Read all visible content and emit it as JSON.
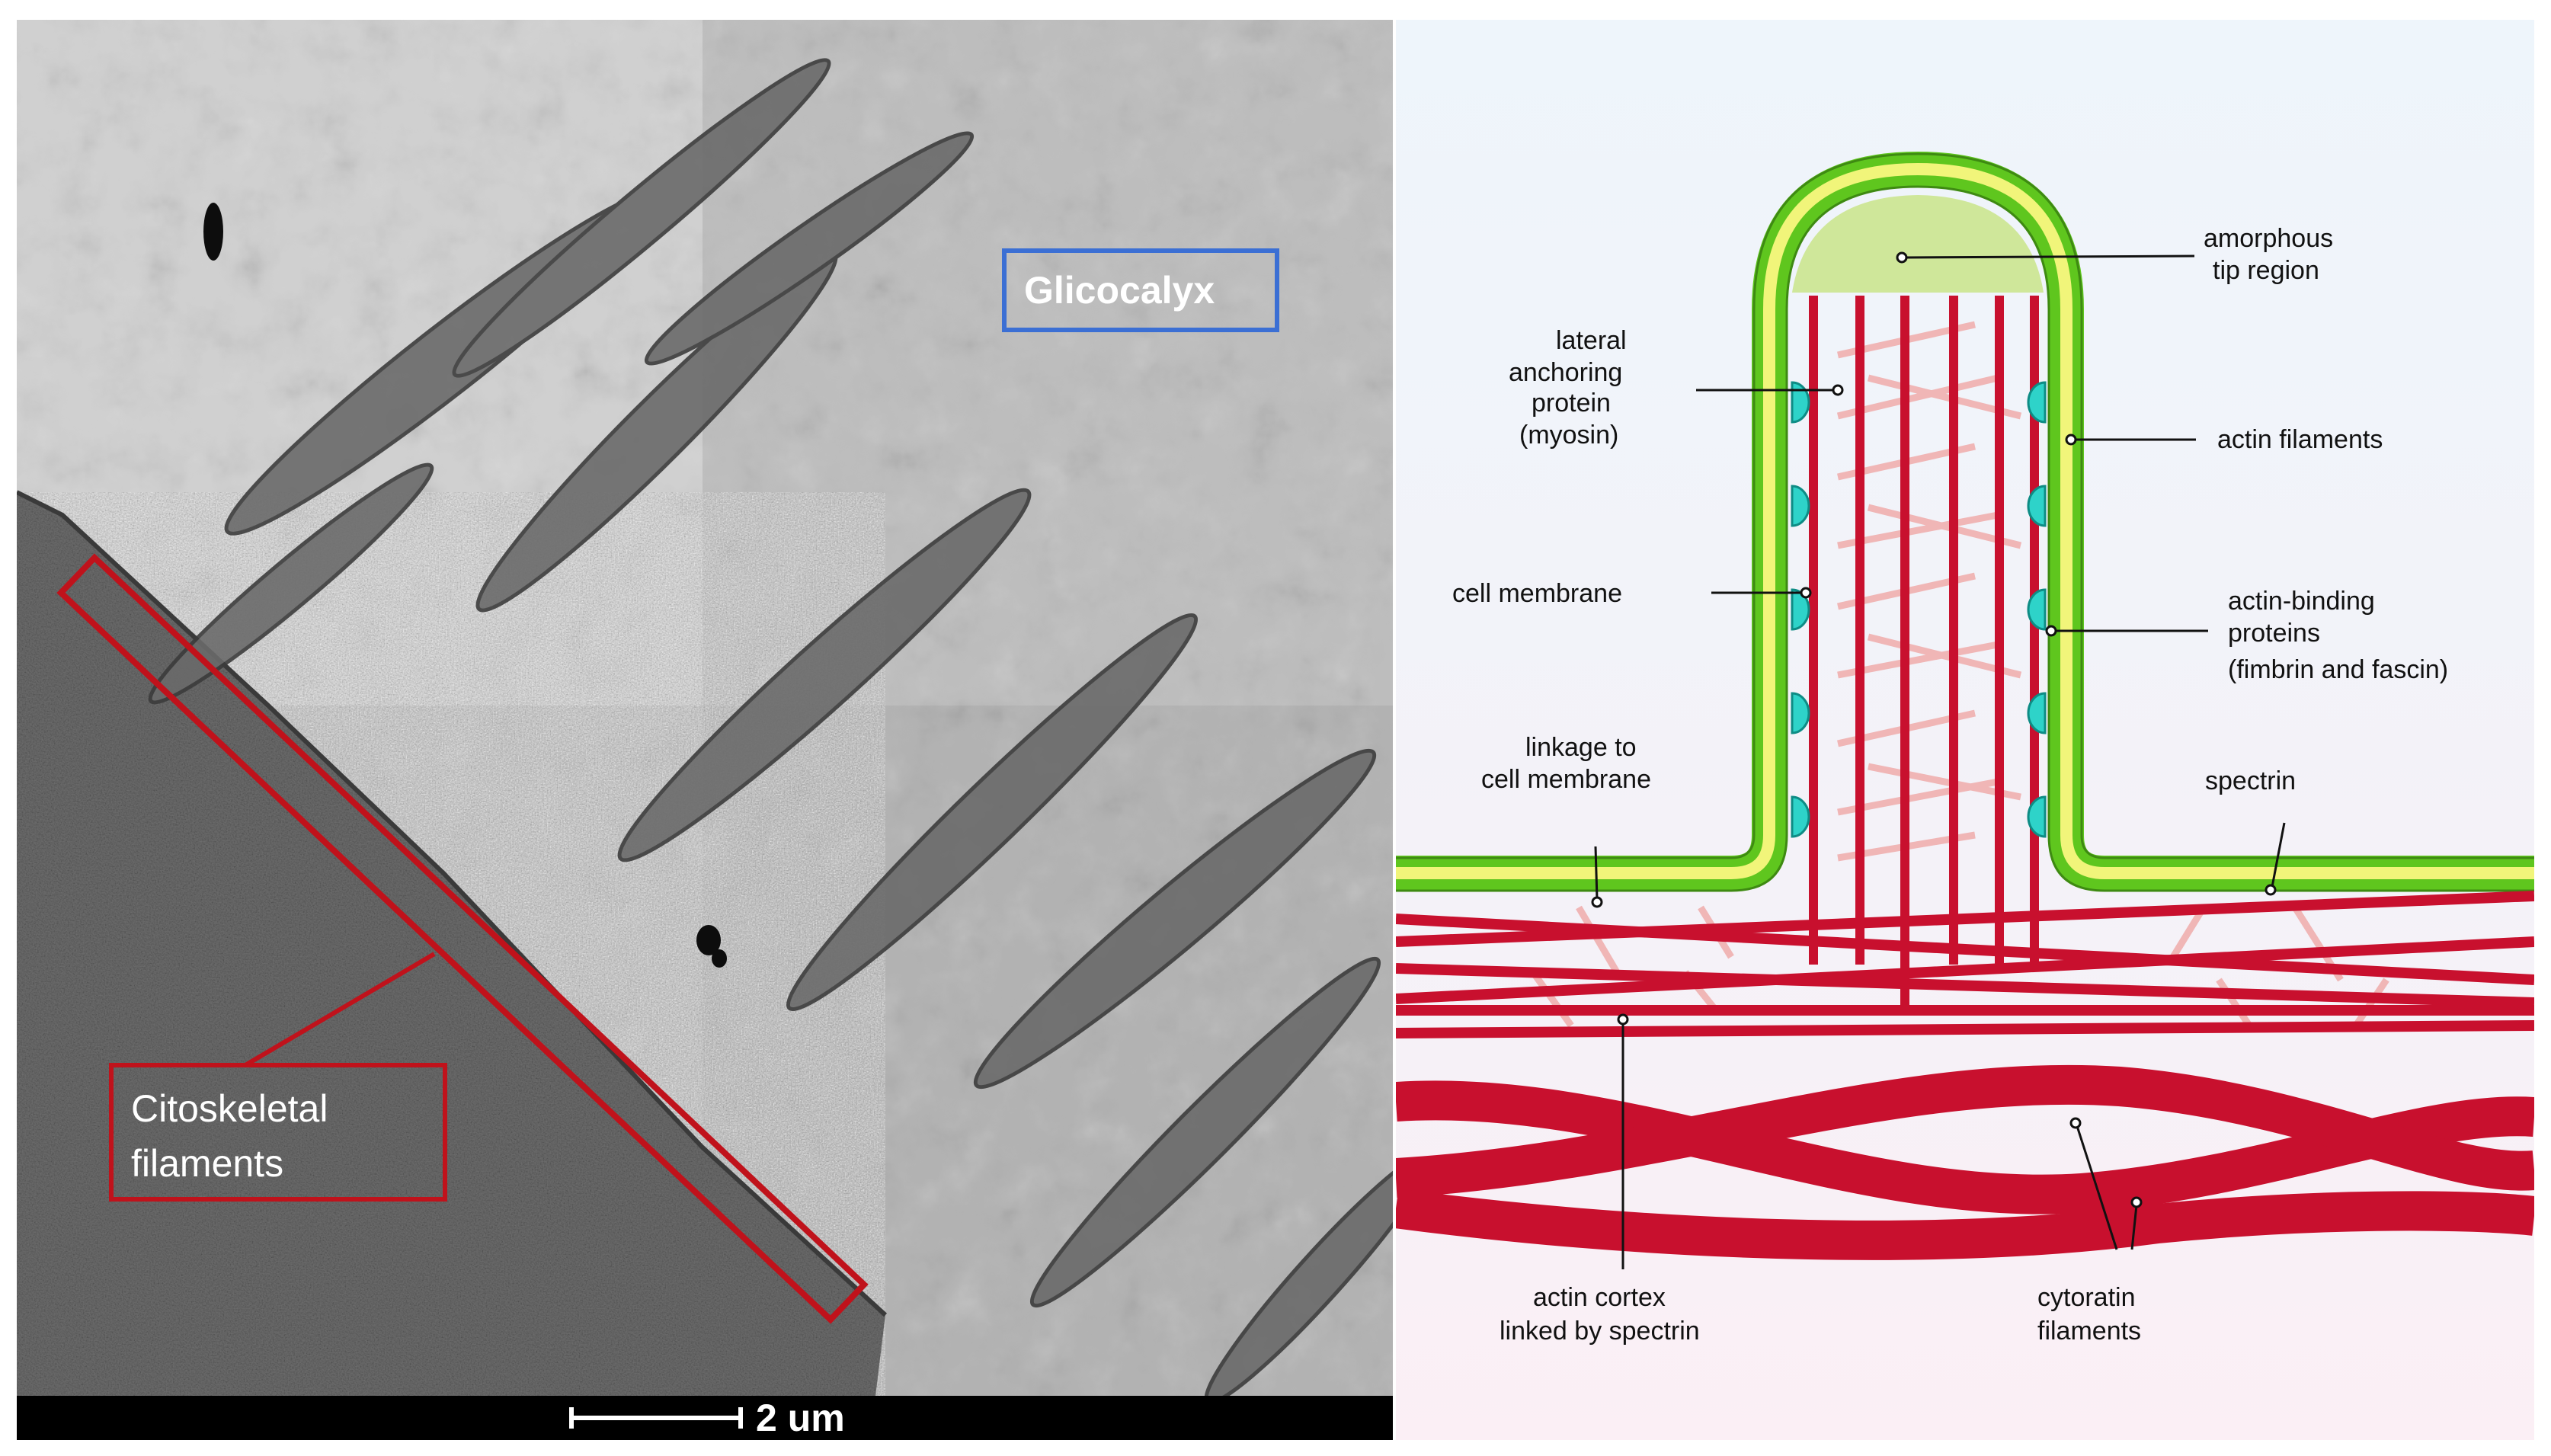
{
  "micrograph": {
    "glycocalyx_label": "Glicocalyx",
    "cytoskeletal_label_line1": "Citoskeletal",
    "cytoskeletal_label_line2": "filaments",
    "scale_bar_label": "2 um",
    "colors": {
      "glycocalyx_box": "#3b6fd4",
      "cytoskeletal_box": "#c0121b",
      "scale_bar_bg": "#000000",
      "scale_bar_fg": "#ffffff"
    }
  },
  "diagram": {
    "labels": {
      "amorphous_tip_1": "amorphous",
      "amorphous_tip_2": "tip region",
      "lateral_1": "lateral",
      "lateral_2": "anchoring",
      "lateral_3": "protein",
      "lateral_4": "(myosin)",
      "actin_filaments": "actin filaments",
      "cell_membrane": "cell membrane",
      "actin_binding_1": "actin-binding",
      "actin_binding_2": "proteins",
      "actin_binding_3": "(fimbrin and fascin)",
      "linkage_1": "linkage to",
      "linkage_2": "cell membrane",
      "spectrin": "spectrin",
      "actin_cortex_1": "actin cortex",
      "actin_cortex_2": "linked by spectrin",
      "cytokeratin_1": "cytoratin",
      "cytokeratin_2": "filaments"
    },
    "colors": {
      "membrane_outer": "#5fc61e",
      "membrane_inner": "#f1f57a",
      "tip_region": "#cfe79a",
      "actin": "#c8102e",
      "crosslink": "#f0b6b6",
      "myosin": "#2ed3c9",
      "background_top": "#eef5fb",
      "background_bottom": "#fbeff5"
    }
  }
}
